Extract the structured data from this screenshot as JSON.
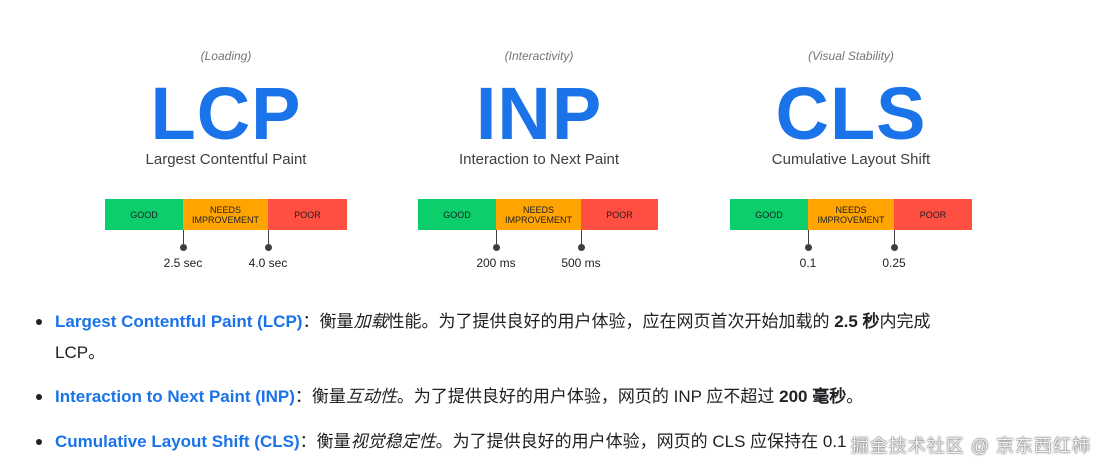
{
  "metrics": [
    {
      "category": "(Loading)",
      "acronym": "LCP",
      "full_name": "Largest Contentful Paint",
      "segments": {
        "good": "GOOD",
        "needs": "NEEDS IMPROVEMENT",
        "poor": "POOR"
      },
      "thresholds": [
        "2.5 sec",
        "4.0 sec"
      ]
    },
    {
      "category": "(Interactivity)",
      "acronym": "INP",
      "full_name": "Interaction to Next Paint",
      "segments": {
        "good": "GOOD",
        "needs": "NEEDS IMPROVEMENT",
        "poor": "POOR"
      },
      "thresholds": [
        "200 ms",
        "500 ms"
      ]
    },
    {
      "category": "(Visual Stability)",
      "acronym": "CLS",
      "full_name": "Cumulative Layout Shift",
      "segments": {
        "good": "GOOD",
        "needs": "NEEDS IMPROVEMENT",
        "poor": "POOR"
      },
      "thresholds": [
        "0.1",
        "0.25"
      ]
    }
  ],
  "bullets": [
    {
      "link": "Largest Contentful Paint (LCP)",
      "t1": "：衡量",
      "em": "加载",
      "t2": "性能。为了提供良好的用户体验，应在网页首次开始加载的 ",
      "strong": "2.5 秒",
      "t3": "内完成",
      "t4": "LCP。"
    },
    {
      "link": "Interaction to Next Paint (INP)",
      "t1": "：衡量",
      "em": "互动性",
      "t2": "。为了提供良好的用户体验，网页的 INP 应不超过 ",
      "strong": "200 毫秒",
      "t3": "。"
    },
    {
      "link": "Cumulative Layout Shift (CLS)",
      "t1": "：衡量",
      "em": "视觉稳定性",
      "t2": "。为了提供良好的用户体验，网页",
      "t3": "的 CLS 应保持在 0.1"
    }
  ],
  "watermark": "掘金技术社区 @ 京东西红柿",
  "colors": {
    "accent": "#1a73e8",
    "good": "#0cce6b",
    "needs_improvement": "#ffa400",
    "poor": "#ff4e42"
  }
}
